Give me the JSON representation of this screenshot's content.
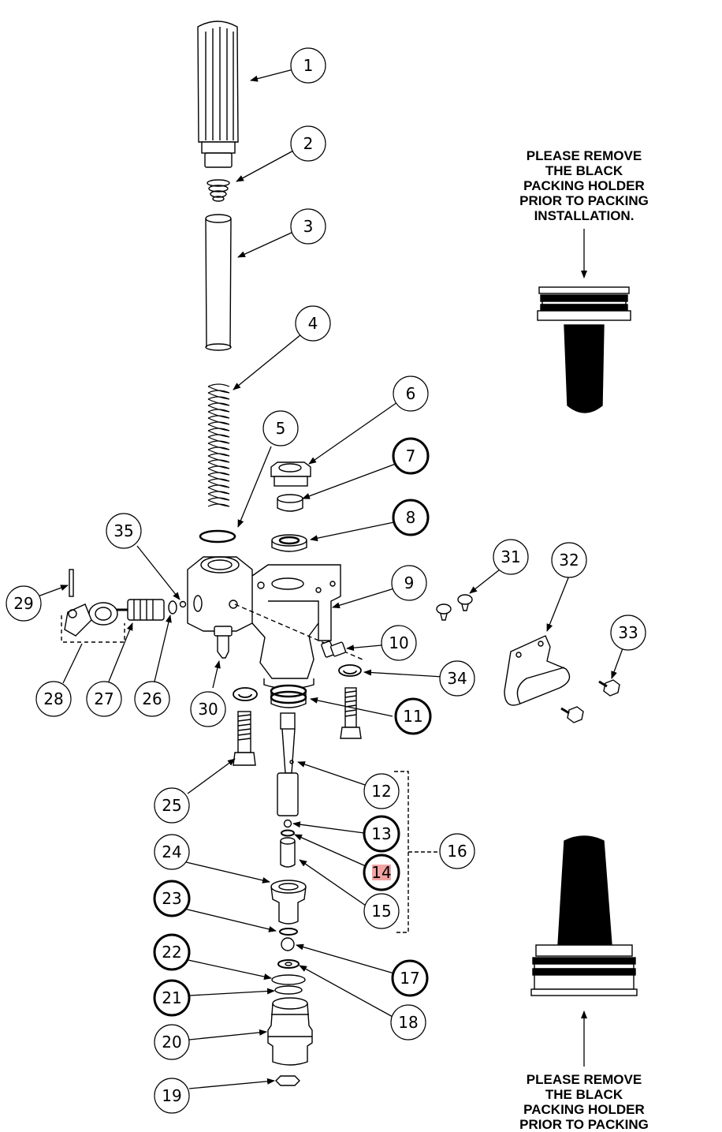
{
  "callouts": [
    {
      "id": "1",
      "label": "1",
      "bold": false
    },
    {
      "id": "2",
      "label": "2",
      "bold": false
    },
    {
      "id": "3",
      "label": "3",
      "bold": false
    },
    {
      "id": "4",
      "label": "4",
      "bold": false
    },
    {
      "id": "5",
      "label": "5",
      "bold": false
    },
    {
      "id": "6",
      "label": "6",
      "bold": false
    },
    {
      "id": "7",
      "label": "7",
      "bold": true
    },
    {
      "id": "8",
      "label": "8",
      "bold": true
    },
    {
      "id": "9",
      "label": "9",
      "bold": false
    },
    {
      "id": "10",
      "label": "10",
      "bold": false
    },
    {
      "id": "11",
      "label": "11",
      "bold": true
    },
    {
      "id": "12",
      "label": "12",
      "bold": false
    },
    {
      "id": "13",
      "label": "13",
      "bold": true
    },
    {
      "id": "14",
      "label": "14",
      "bold": true,
      "highlight": true
    },
    {
      "id": "15",
      "label": "15",
      "bold": false
    },
    {
      "id": "16",
      "label": "16",
      "bold": false
    },
    {
      "id": "17",
      "label": "17",
      "bold": true
    },
    {
      "id": "18",
      "label": "18",
      "bold": false
    },
    {
      "id": "19",
      "label": "19",
      "bold": false
    },
    {
      "id": "20",
      "label": "20",
      "bold": false
    },
    {
      "id": "21",
      "label": "21",
      "bold": true
    },
    {
      "id": "22",
      "label": "22",
      "bold": true
    },
    {
      "id": "23",
      "label": "23",
      "bold": true
    },
    {
      "id": "24",
      "label": "24",
      "bold": false
    },
    {
      "id": "25",
      "label": "25",
      "bold": false
    },
    {
      "id": "26",
      "label": "26",
      "bold": false
    },
    {
      "id": "27",
      "label": "27",
      "bold": false
    },
    {
      "id": "28",
      "label": "28",
      "bold": false
    },
    {
      "id": "29",
      "label": "29",
      "bold": false
    },
    {
      "id": "30",
      "label": "30",
      "bold": false
    },
    {
      "id": "31",
      "label": "31",
      "bold": false
    },
    {
      "id": "32",
      "label": "32",
      "bold": false
    },
    {
      "id": "33",
      "label": "33",
      "bold": false
    },
    {
      "id": "34",
      "label": "34",
      "bold": false
    },
    {
      "id": "35",
      "label": "35",
      "bold": false
    }
  ],
  "notes": {
    "top": {
      "lines": [
        "PLEASE REMOVE",
        "THE BLACK",
        "PACKING HOLDER",
        "PRIOR TO PACKING",
        "INSTALLATION."
      ]
    },
    "bottom": {
      "lines": [
        "PLEASE REMOVE",
        "THE BLACK",
        "PACKING HOLDER",
        "PRIOR TO PACKING"
      ]
    }
  },
  "colors": {
    "line": "#000000",
    "highlight": "#f4a3a3",
    "packing": "#000000"
  }
}
